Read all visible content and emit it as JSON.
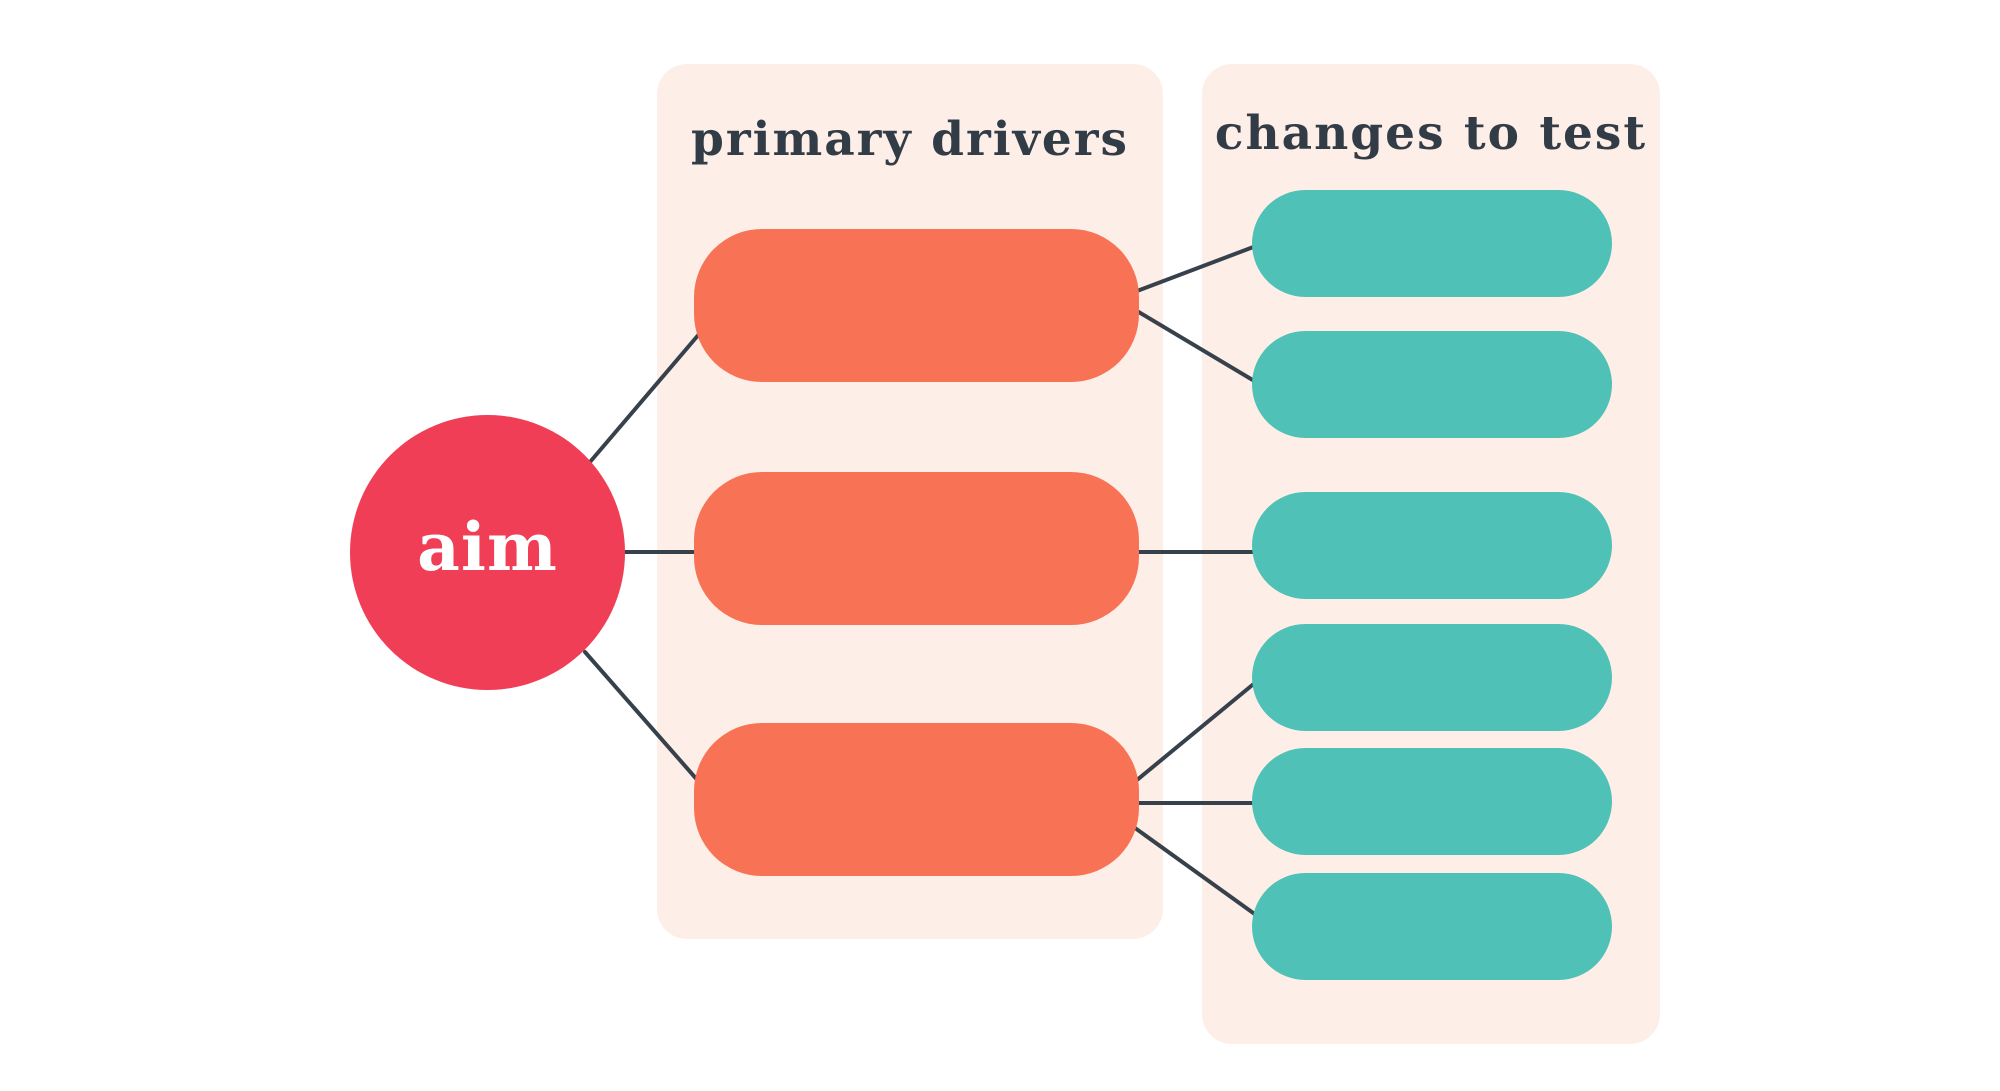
{
  "aim": {
    "label": "aim"
  },
  "columns": {
    "drivers": {
      "heading": "primary drivers"
    },
    "changes": {
      "heading": "changes to test"
    }
  },
  "structure": {
    "driver_count": 3,
    "change_count": 6,
    "links": [
      {
        "from": "aim",
        "to": "driver-1"
      },
      {
        "from": "aim",
        "to": "driver-2"
      },
      {
        "from": "aim",
        "to": "driver-3"
      },
      {
        "from": "driver-1",
        "to": "change-1"
      },
      {
        "from": "driver-1",
        "to": "change-2"
      },
      {
        "from": "driver-2",
        "to": "change-3"
      },
      {
        "from": "driver-3",
        "to": "change-4"
      },
      {
        "from": "driver-3",
        "to": "change-5"
      },
      {
        "from": "driver-3",
        "to": "change-6"
      }
    ]
  },
  "colors": {
    "aim_fill": "#f03e56",
    "aim_text": "#ffffff",
    "driver_fill": "#f87356",
    "change_fill": "#4fc1b6",
    "panel_fill": "#fdefe8",
    "heading_text": "#323c47",
    "connector": "#37414c",
    "background": "#ffffff"
  }
}
